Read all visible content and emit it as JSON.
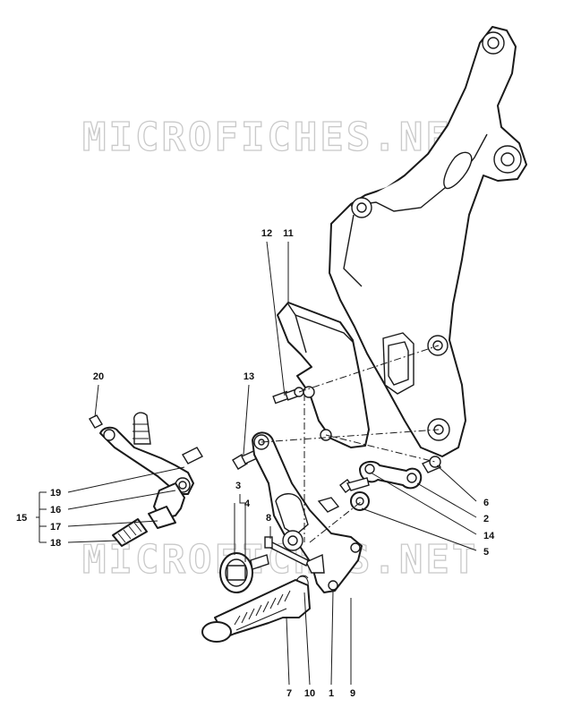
{
  "watermark": "MICROFICHES.NET",
  "callouts": {
    "c1": "1",
    "c2": "2",
    "c3": "3",
    "c4": "4",
    "c5": "5",
    "c6": "6",
    "c7": "7",
    "c8": "8",
    "c9": "9",
    "c10": "10",
    "c11": "11",
    "c12": "12",
    "c13": "13",
    "c14": "14",
    "c15": "15",
    "c16": "16",
    "c17": "17",
    "c18": "18",
    "c19": "19",
    "c20": "20"
  }
}
